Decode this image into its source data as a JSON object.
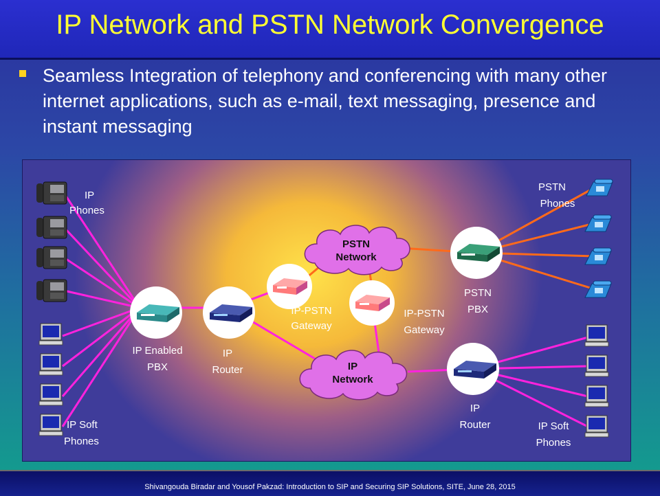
{
  "slide": {
    "title": "IP Network and PSTN Network Convergence",
    "bullet": "Seamless Integration of telephony and conferencing with many other internet applications, such as e-mail, text messaging, presence and instant messaging",
    "footer": "Shivangouda Biradar and Yousof Pakzad:  Introduction to SIP and Securing SIP Solutions, SITE, June 28, 2015"
  },
  "diagram": {
    "labels": {
      "ip_phones_1": "IP",
      "ip_phones_2": "Phones",
      "ip_soft_left_1": "IP Soft",
      "ip_soft_left_2": "Phones",
      "ip_pbx_1": "IP Enabled",
      "ip_pbx_2": "PBX",
      "ip_router_left_1": "IP",
      "ip_router_left_2": "Router",
      "gw1_1": "IP-PSTN",
      "gw1_2": "Gateway",
      "gw2_1": "IP-PSTN",
      "gw2_2": "Gateway",
      "pstn_net_1": "PSTN",
      "pstn_net_2": "Network",
      "ip_net_1": "IP",
      "ip_net_2": "Network",
      "pstn_pbx_1": "PSTN",
      "pstn_pbx_2": "PBX",
      "pstn_phones_1": "PSTN",
      "pstn_phones_2": "Phones",
      "ip_router_right_1": "IP",
      "ip_router_right_2": "Router",
      "ip_soft_right_1": "IP Soft",
      "ip_soft_right_2": "Phones"
    },
    "colors": {
      "ip_link": "#ff22dd",
      "pstn_link": "#ff6a1a",
      "pbx_device": "#2a8a8a",
      "router_device": "#1e2a7a",
      "gateway_device": "#ff7a7a",
      "pstn_pbx_device": "#1e6a4a",
      "cloud_fill": "#e070e8"
    }
  }
}
